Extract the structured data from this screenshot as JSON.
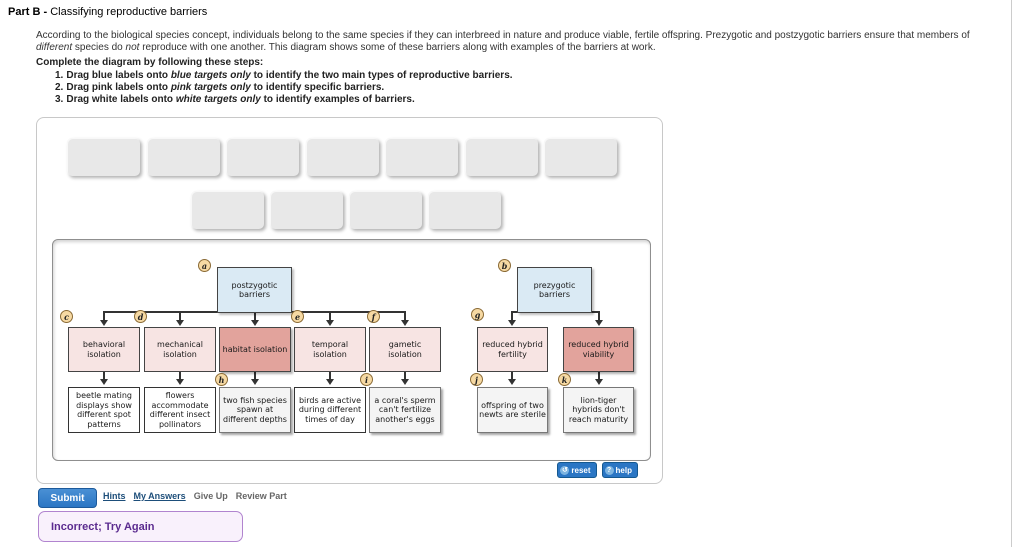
{
  "colors": {
    "accent": "#2b76c4",
    "blue_node": "#daeaf4",
    "pink_light": "#f7e4e3",
    "pink_dark": "#e2a39c",
    "chip_gray": "#e8e8e8",
    "circle_bg": "#f6d9a3",
    "circle_border": "#8a6a35",
    "link_navy": "#1d4e7a",
    "muted_link": "#666666",
    "feedback_text": "#5b2b8f",
    "feedback_bg": "#f9f1fc",
    "feedback_border": "#b184cf"
  },
  "header": {
    "part": "Part B - ",
    "title": "Classifying reproductive barriers"
  },
  "intro": {
    "seg1": "According to the biological species concept, individuals belong to the same species if they can interbreed in nature and produce viable, fertile offspring. Prezygotic and postzygotic barriers ensure that members of ",
    "em1": "different",
    "seg2": " species do ",
    "em2": "not",
    "seg3": " reproduce with one another. This diagram shows some of these barriers along with examples of the barriers at work."
  },
  "steps_heading": "Complete the diagram by following these steps:",
  "steps": [
    {
      "num": "1.",
      "pre": "Drag blue labels onto ",
      "em": "blue targets only",
      "post": " to identify the two main types of reproductive barriers."
    },
    {
      "num": "2.",
      "pre": "Drag pink labels onto ",
      "em": "pink targets only",
      "post": " to identify specific barriers."
    },
    {
      "num": "3.",
      "pre": "Drag white labels onto ",
      "em": "white targets only",
      "post": " to identify examples of barriers."
    }
  ],
  "diagram": {
    "letters": {
      "a": "a",
      "b": "b",
      "c": "c",
      "d": "d",
      "e": "e",
      "f": "f",
      "g": "g",
      "h": "h",
      "i": "i",
      "j": "j",
      "k": "k"
    },
    "blue": [
      {
        "label": "postzygotic barriers"
      },
      {
        "label": "prezygotic barriers"
      }
    ],
    "pink": [
      {
        "label": "behavioral isolation"
      },
      {
        "label": "mechanical isolation"
      },
      {
        "label": "habitat isolation"
      },
      {
        "label": "temporal isolation"
      },
      {
        "label": "gametic isolation"
      },
      {
        "label": "reduced hybrid fertility"
      },
      {
        "label": "reduced hybrid viability"
      }
    ],
    "white": [
      {
        "label": "beetle mating displays show different spot patterns"
      },
      {
        "label": "flowers accommodate different insect pollinators"
      },
      {
        "label": "two fish species spawn at different depths"
      },
      {
        "label": "birds are active during different times of day"
      },
      {
        "label": "a coral's sperm can't fertilize another's eggs"
      },
      {
        "label": "offspring of two newts are sterile"
      },
      {
        "label": "lion-tiger hybrids don't reach maturity"
      }
    ]
  },
  "panel_buttons": {
    "reset": "reset",
    "help": "help",
    "reset_icon": "↺",
    "help_icon": "?"
  },
  "actions": {
    "submit": "Submit",
    "links": [
      {
        "label": "Hints"
      },
      {
        "label": "My Answers"
      },
      {
        "label": "Give Up"
      },
      {
        "label": "Review Part"
      }
    ]
  },
  "feedback": {
    "message": "Incorrect; Try Again"
  }
}
